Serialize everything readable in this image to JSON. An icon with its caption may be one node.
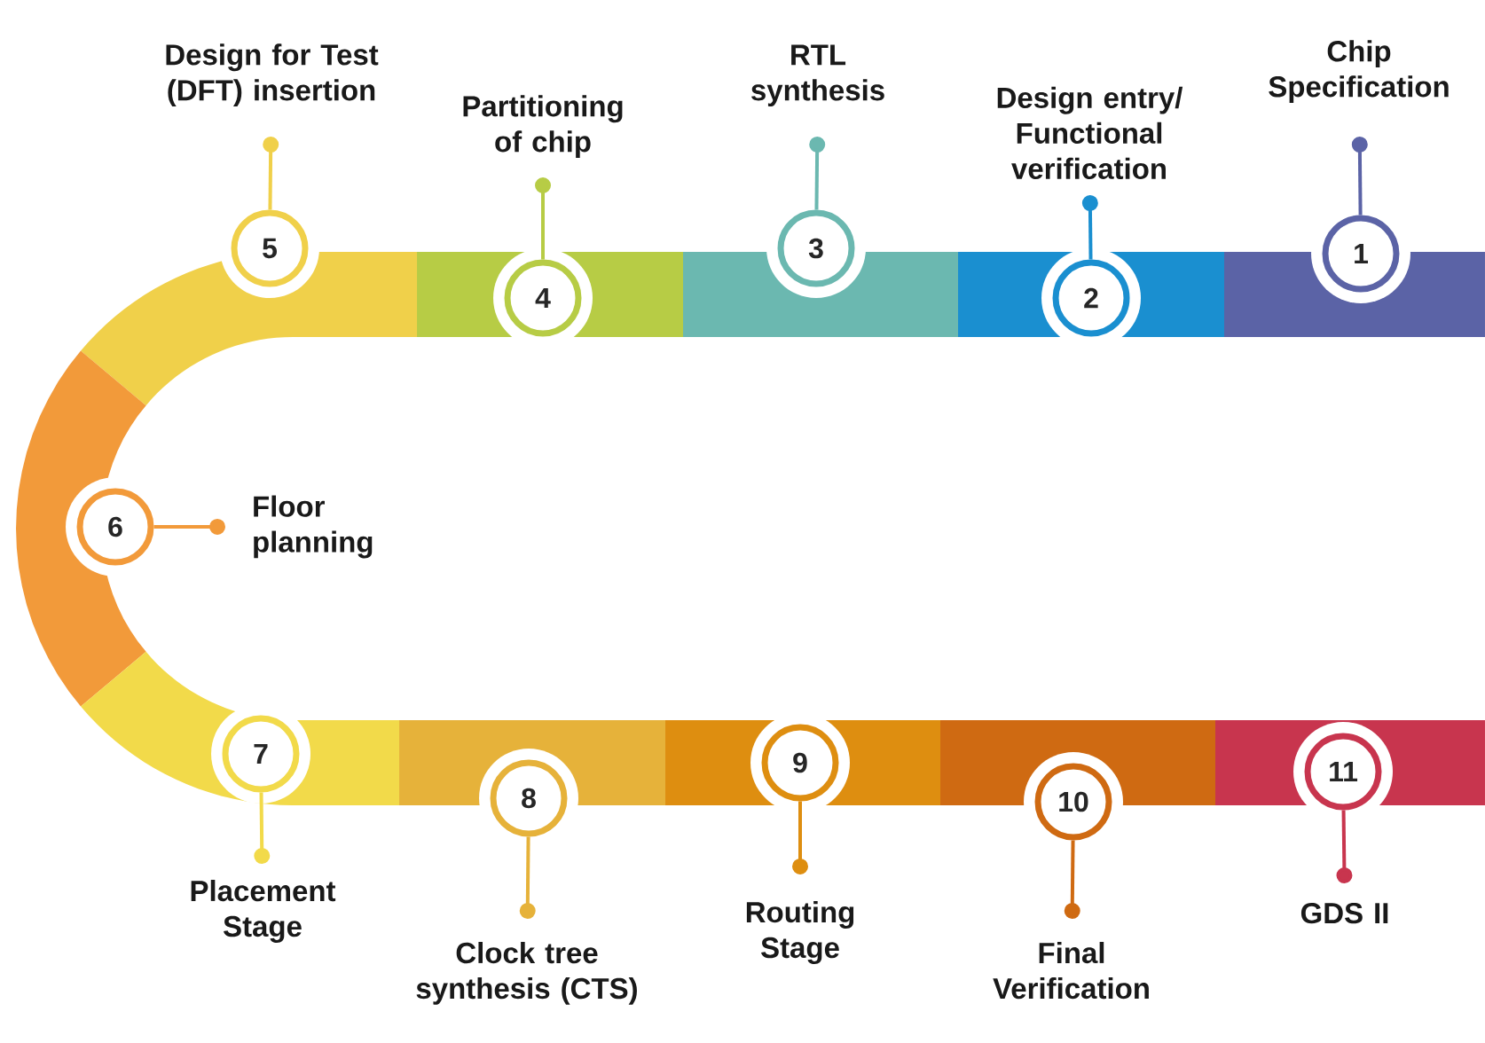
{
  "diagram": {
    "nodes": [
      {
        "text": [
          "1"
        ]
      },
      {
        "text": [
          "2"
        ]
      },
      {
        "text": [
          "3"
        ]
      },
      {
        "text": [
          "4"
        ]
      },
      {
        "text": [
          "5"
        ]
      },
      {
        "text": [
          "6"
        ]
      },
      {
        "text": [
          "7"
        ]
      },
      {
        "text": [
          "8"
        ]
      },
      {
        "text": [
          "9"
        ]
      },
      {
        "text": [
          "10"
        ]
      },
      {
        "text": [
          "11"
        ]
      },
      {
        "text": [
          "Chip Specification"
        ]
      },
      {
        "text": [
          "Design entry/ Functional verification"
        ]
      },
      {
        "text": [
          "RTL synthesis"
        ]
      },
      {
        "text": [
          "Partitioning of chip"
        ]
      },
      {
        "text": [
          "Design for Test (DFT) insertion"
        ]
      },
      {
        "text": [
          "Floor planning"
        ]
      },
      {
        "text": [
          "Placement Stage"
        ]
      },
      {
        "text": [
          "Clock tree synthesis (CTS)"
        ]
      },
      {
        "text": [
          "Routing Stage"
        ]
      },
      {
        "text": [
          "Final Verification"
        ]
      },
      {
        "text": [
          "GDS II"
        ]
      }
    ],
    "edges": [
      {
        "from": 11,
        "to": 0,
        "arrow": "other",
        "color": "#5b63a6"
      },
      {
        "from": 12,
        "to": 1,
        "arrow": "other",
        "color": "#1a8fd0"
      },
      {
        "from": 13,
        "to": 2,
        "arrow": "other",
        "color": "#6bb8b0"
      },
      {
        "from": 14,
        "to": 3,
        "arrow": "other",
        "color": "#b7cc45"
      },
      {
        "from": 15,
        "to": 4,
        "arrow": "other",
        "color": "#f0d04a"
      },
      {
        "from": 16,
        "to": 5,
        "arrow": "other",
        "color": "#f29a3a"
      },
      {
        "from": 17,
        "to": 6,
        "arrow": "other",
        "color": "#f2da4a"
      },
      {
        "from": 18,
        "to": 7,
        "arrow": "other",
        "color": "#e6b23a"
      },
      {
        "from": 19,
        "to": 8,
        "arrow": "other",
        "color": "#de8e10"
      },
      {
        "from": 20,
        "to": 9,
        "arrow": "other",
        "color": "#cf6a12"
      },
      {
        "from": 21,
        "to": 10,
        "arrow": "other",
        "color": "#c8354e"
      }
    ]
  }
}
